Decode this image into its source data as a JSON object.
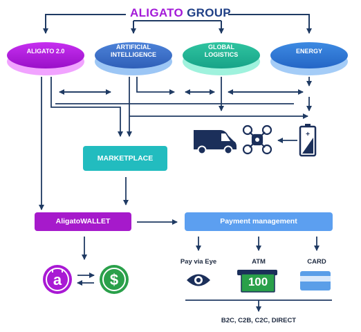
{
  "title": {
    "brand": "ALIGATO",
    "rest": " GROUP"
  },
  "divisions": [
    {
      "line1": "ALIGATO 2.0",
      "line2": "",
      "color": "#b517e2"
    },
    {
      "line1": "ARTIFICIAL",
      "line2": "INTELLIGENCE",
      "color": "#3a6fc8"
    },
    {
      "line1": "GLOBAL",
      "line2": "LOGISTICS",
      "color": "#20b494"
    },
    {
      "line1": "ENERGY",
      "line2": "",
      "color": "#2d79d4"
    }
  ],
  "marketplace": {
    "label": "MARKETPLACE",
    "color": "#22bcbf"
  },
  "wallet": {
    "label": "AligatoWALLET",
    "color": "#a61acb"
  },
  "payment": {
    "label": "Payment management",
    "color": "#5c9ff0",
    "methods": [
      {
        "label": "Pay via Eye",
        "icon": "eye-icon"
      },
      {
        "label": "ATM",
        "icon": "atm-icon",
        "screen_text": "100"
      },
      {
        "label": "CARD",
        "icon": "card-icon"
      }
    ]
  },
  "footer": "B2C, C2B, C2C, DIRECT",
  "icons": [
    "van-icon",
    "drone-icon",
    "battery-icon",
    "aligato-coin-icon",
    "dollar-coin-icon"
  ],
  "colors": {
    "line": "#1f3a63",
    "dark_navy": "#1b2f5a",
    "green": "#2aa04a",
    "card_blue": "#5a9ee8"
  }
}
